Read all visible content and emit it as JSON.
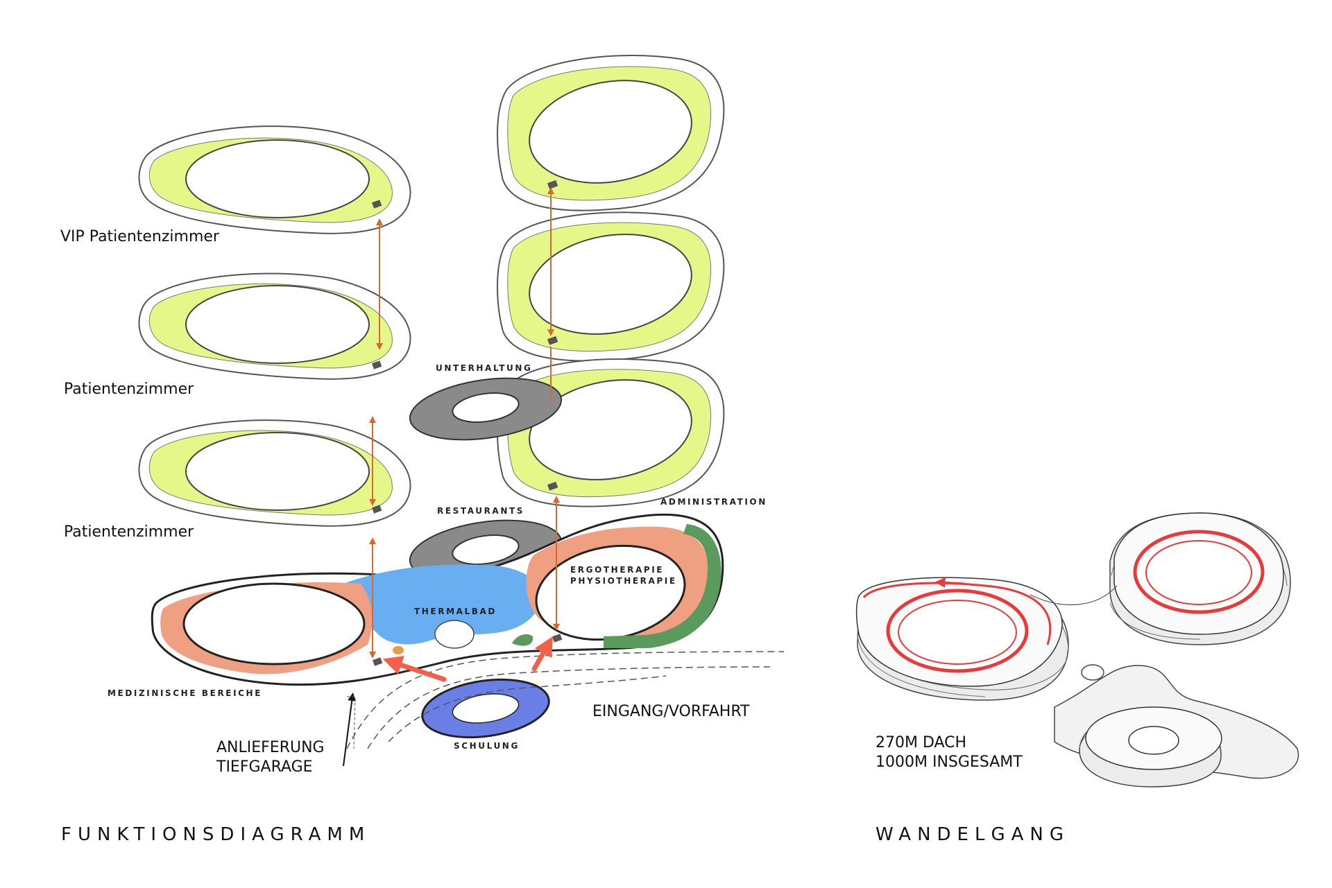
{
  "funktionsdiagramm": {
    "title": "FUNKTIONSDIAGRAMM",
    "labels": {
      "vip_patientenzimmer": "VIP Patientenzimmer",
      "patientenzimmer_upper": "Patientenzimmer",
      "patientenzimmer_lower": "Patientenzimmer",
      "unterhaltung": "UNTERHALTUNG",
      "restaurants": "RESTAURANTS",
      "administration": "ADMINISTRATION",
      "ergotherapie": "ERGOTHERAPIE",
      "physiotherapie": "PHYSIOTHERAPIE",
      "thermalbad": "THERMALBAD",
      "medizinische_bereiche": "MEDIZINISCHE BEREICHE",
      "schulung": "SCHULUNG",
      "eingang_vorfahrt": "EINGANG/VORFAHRT",
      "anlieferung": "ANLIEFERUNG",
      "tiefgarage": "TIEFGARAGE"
    }
  },
  "wandelgang": {
    "title": "WANDELGANG",
    "line1": "270M DACH",
    "line2": "1000M INSGESAMT"
  },
  "colors": {
    "patient_rooms": "#e6f78a",
    "medical": "#ef9f82",
    "administration": "#5a9a5c",
    "thermalbad": "#6aaef2",
    "grey_levels": "#8a8a8a",
    "schulung": "#6a7fe6",
    "arrows_vertical": "#d9682e",
    "arrows_entry": "#f0604a",
    "wandelgang_path": "#e83a3a"
  }
}
